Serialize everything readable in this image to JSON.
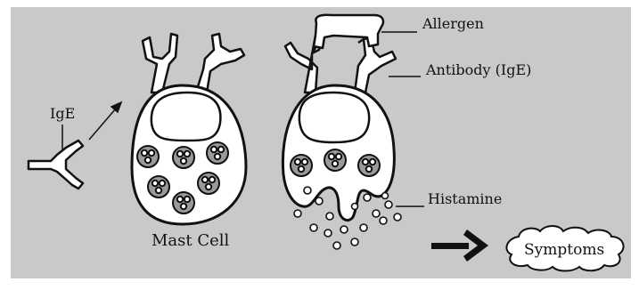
{
  "labels": {
    "ige": "IgE",
    "allergen": "Allergen",
    "antibody": "Antibody (IgE)",
    "histamine": "Histamine",
    "mast_cell": "Mast Cell",
    "symptoms": "Symptoms"
  },
  "colors": {
    "background": "#c9c9c9",
    "cell_fill": "#ffffff",
    "outline": "#111111"
  }
}
